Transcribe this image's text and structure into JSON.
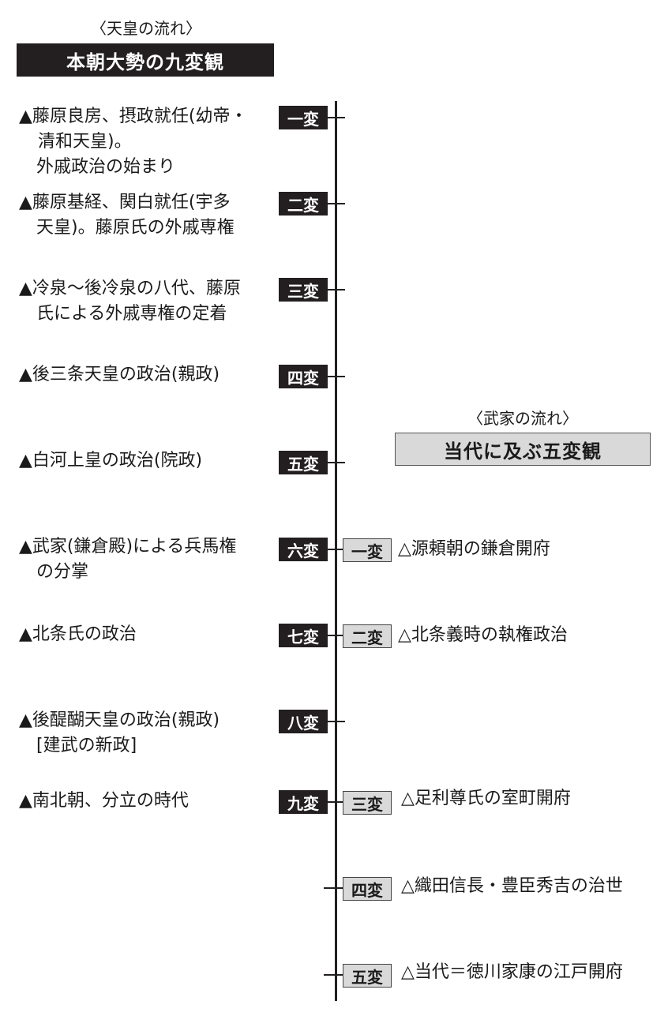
{
  "emperor": {
    "caption": "〈天皇の流れ〉",
    "title": "本朝大勢の九変観",
    "events": [
      {
        "badge": "一変",
        "lines": [
          "▲藤原良房、摂政就任(幼帝・",
          "清和天皇)。",
          "　外戚政治の始まり"
        ]
      },
      {
        "badge": "二変",
        "lines": [
          "▲藤原基経、関白就任(宇多",
          "　天皇)。藤原氏の外戚専権"
        ]
      },
      {
        "badge": "三変",
        "lines": [
          "▲冷泉～後冷泉の八代、藤原",
          "　氏による外戚専権の定着"
        ]
      },
      {
        "badge": "四変",
        "lines": [
          "▲後三条天皇の政治(親政)"
        ]
      },
      {
        "badge": "五変",
        "lines": [
          "▲白河上皇の政治(院政)"
        ]
      },
      {
        "badge": "六変",
        "lines": [
          "▲武家(鎌倉殿)による兵馬権",
          "　の分掌"
        ]
      },
      {
        "badge": "七変",
        "lines": [
          "▲北条氏の政治"
        ]
      },
      {
        "badge": "八変",
        "lines": [
          "▲後醍醐天皇の政治(親政)",
          "　[建武の新政]"
        ]
      },
      {
        "badge": "九変",
        "lines": [
          "▲南北朝、分立の時代"
        ]
      }
    ]
  },
  "warrior": {
    "caption": "〈武家の流れ〉",
    "title": "当代に及ぶ五変観",
    "events": [
      {
        "badge": "一変",
        "text": "△源頼朝の鎌倉開府"
      },
      {
        "badge": "二変",
        "text": "△北条義時の執権政治"
      },
      {
        "badge": "三変",
        "text": "△足利尊氏の室町開府"
      },
      {
        "badge": "四変",
        "text": "△織田信長・豊臣秀吉の治世"
      },
      {
        "badge": "五変",
        "text": "△当代＝徳川家康の江戸開府"
      }
    ]
  },
  "colors": {
    "dark": "#231f20",
    "light_fill": "#d9d9d9",
    "background": "#ffffff"
  }
}
